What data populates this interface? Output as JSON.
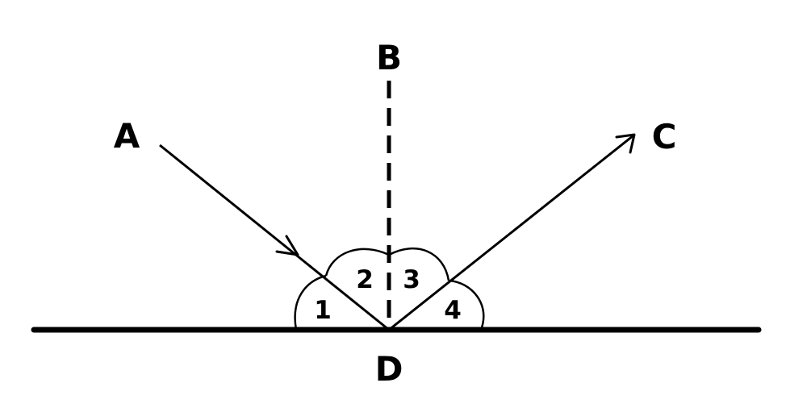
{
  "points": {
    "a": "A",
    "b": "B",
    "c": "C",
    "d": "D"
  },
  "angles": {
    "one": "1",
    "two": "2",
    "three": "3",
    "four": "4"
  },
  "colors": {
    "stroke": "#000000",
    "background": "#ffffff"
  }
}
